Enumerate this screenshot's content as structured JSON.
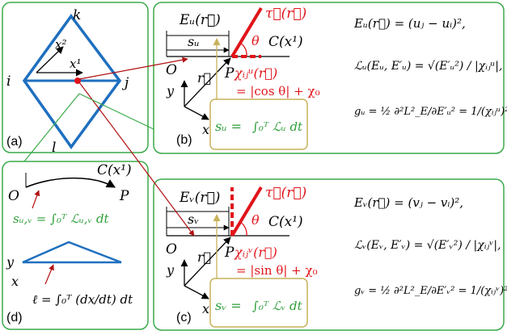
{
  "colors": {
    "panel_border": "#3aaa4a",
    "rhombus": "#1f6fbf",
    "red_annot": "#e0141a",
    "tan_box": "#c8b25a",
    "green_text": "#2e9e3a",
    "black": "#000000",
    "dark_red_link": "#b01010"
  },
  "panel_a": {
    "label": "(a)",
    "vertex_k": "k",
    "vertex_i": "i",
    "vertex_j": "j",
    "vertex_l": "l",
    "axis_x1": "x¹",
    "axis_x2": "x²"
  },
  "panel_b": {
    "label": "(b)",
    "energy_label": "Eᵤ(r⃗)",
    "tangent_label": "τ⃗(r⃗)",
    "curve_label": "C(x¹)",
    "arc_label": "sᵤ",
    "theta": "θ",
    "origin": "O",
    "point": "P",
    "r_vec": "r⃗",
    "y": "y",
    "x": "x",
    "chi_label": "χᵢⱼᵘ(r⃗)",
    "chi_eq": "= |cos θ| + χ₀",
    "integral_lhs": "sᵤ =",
    "integral_body": "∫₀ᵀ ℒᵤ dt",
    "eq1": "Eᵤ(r⃗) = (uⱼ − uᵢ)²,",
    "eq2": "ℒᵤ(Eᵤ, E′ᵤ) = √(E′ᵤ²) / |χᵢⱼᵘ|,",
    "eq3": "gᵤ = ½ ∂²L²_E/∂E′ᵤ² = 1/(χᵢⱼᵘ)²"
  },
  "panel_c": {
    "label": "(c)",
    "energy_label": "Eᵥ(r⃗)",
    "tangent_label": "τ⃗(r⃗)",
    "curve_label": "C(x¹)",
    "arc_label": "sᵥ",
    "theta": "θ",
    "origin": "O",
    "point": "P",
    "r_vec": "r⃗",
    "y": "y",
    "x": "x",
    "chi_label": "χᵢⱼᵛ(r⃗)",
    "chi_eq": "= |sin θ| + χ₀",
    "integral_lhs": "sᵥ =",
    "integral_body": "∫₀ᵀ ℒᵥ dt",
    "eq1": "Eᵥ(r⃗) = (vⱼ − vᵢ)²,",
    "eq2": "ℒᵥ(Eᵥ, E′ᵥ) = √(E′ᵥ²) / |χᵢⱼᵛ|,",
    "eq3": "gᵥ = ½ ∂²L²_E/∂E′ᵥ² = 1/(χᵢⱼᵛ)²"
  },
  "panel_d": {
    "label": "(d)",
    "curve_label": "C(x¹)",
    "origin": "O",
    "point": "P",
    "s_eq": "sᵤ,ᵥ = ∫₀ᵀ ℒᵤ,ᵥ dt",
    "y": "y",
    "x": "x",
    "ell_eq": "ℓ = ∫₀ᵀ (dx/dt) dt"
  }
}
